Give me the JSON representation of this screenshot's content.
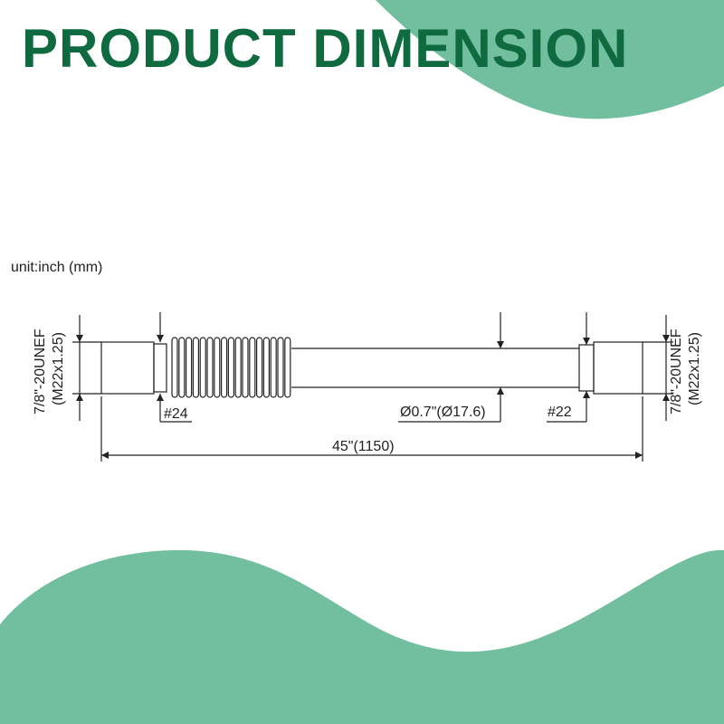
{
  "title": "PRODUCT DIMENSION",
  "unit_label": "unit:inch (mm)",
  "colors": {
    "title": "#0f6a3f",
    "accent_blob": "#72bf9f",
    "line": "#222222"
  },
  "dimensions": {
    "left_thread_in": "7/8\"-20UNEF",
    "left_thread_mm": "(M22x1.25)",
    "right_thread_in": "7/8\"-20UNEF",
    "right_thread_mm": "(M22x1.25)",
    "left_nut": "#24",
    "right_nut": "#22",
    "diameter": "Ø0.7\"(Ø17.6)",
    "length": "45\"(1150)"
  }
}
